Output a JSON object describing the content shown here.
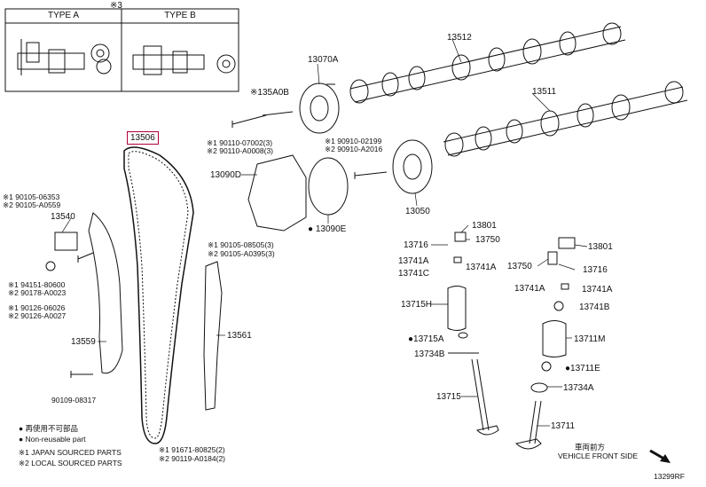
{
  "top_note": "※3",
  "types": {
    "a": "TYPE A",
    "b": "TYPE B"
  },
  "parts": {
    "p13512": "13512",
    "p13511": "13511",
    "p13070A": "13070A",
    "p135A0B": "※135A0B",
    "p13506": "13506",
    "p190110_07002": "※1 90110-07002(3)",
    "p290110_A0008": "※2 90110-A0008(3)",
    "p190910_02199": "※1 90910-02199",
    "p290910_A2016": "※2 90910-A2016",
    "p13090D": "13090D",
    "p13050": "13050",
    "p13090E": "● 13090E",
    "p190105_06353": "※1 90105-06353",
    "p290105_A0559": "※2 90105-A0559",
    "p13540": "13540",
    "p194151_80600": "※1 94151-80600",
    "p290178_A0023": "※2 90178-A0023",
    "p190126_06026": "※1 90126-06026",
    "p290126_A0027": "※2 90126-A0027",
    "p13559": "13559",
    "p90109_08317": "90109-08317",
    "p190105_08505": "※1 90105-08505(3)",
    "p290105_A0395": "※2 90105-A0395(3)",
    "p13561": "13561",
    "p191671_80825": "※1 91671-80825(2)",
    "p290119_A0184": "※2 90119-A0184(2)",
    "p13801a": "13801",
    "p13716a": "13716",
    "p13750a": "13750",
    "p13741Aa": "13741A",
    "p13741Ab": "13741A",
    "p13741C": "13741C",
    "p13715H": "13715H",
    "p13715A": "●13715A",
    "p13734B": "13734B",
    "p13715": "13715",
    "p13801b": "13801",
    "p13750b": "13750",
    "p13716b": "13716",
    "p13741Ac": "13741A",
    "p13741Ad": "13741A",
    "p13741B": "13741B",
    "p13711M": "13711M",
    "p13711E": "●13711E",
    "p13734A": "13734A",
    "p13711": "13711"
  },
  "legend": {
    "l1": "● 再使用不可部品",
    "l2": "● Non-reusable part",
    "l3": "※1 JAPAN SOURCED PARTS",
    "l4": "※2 LOCAL SOURCED PARTS"
  },
  "front": {
    "jp": "車両前方",
    "en": "VEHICLE FRONT SIDE"
  },
  "diagram_code": "13299RF"
}
